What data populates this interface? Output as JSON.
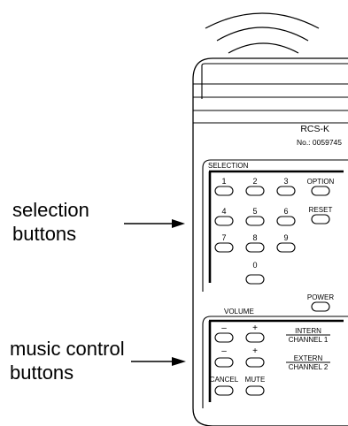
{
  "remote": {
    "model": "RCS-K",
    "serial": "No.: 0059745"
  },
  "selection_panel": {
    "heading": "SELECTION",
    "digits": [
      "1",
      "2",
      "3",
      "4",
      "5",
      "6",
      "7",
      "8",
      "9",
      "0"
    ],
    "option_label": "OPTION",
    "reset_label": "RESET"
  },
  "power_label": "POWER",
  "music_panel": {
    "heading": "VOLUME",
    "minus_label": "–",
    "plus_label": "+",
    "intern_label": "INTERN",
    "channel1_label": "CHANNEL 1",
    "extern_label": "EXTERN",
    "channel2_label": "CHANNEL 2",
    "cancel_label": "CANCEL",
    "mute_label": "MUTE"
  },
  "callouts": {
    "selection_line1": "selection",
    "selection_line2": "buttons",
    "music_line1": "music control",
    "music_line2": "buttons"
  }
}
